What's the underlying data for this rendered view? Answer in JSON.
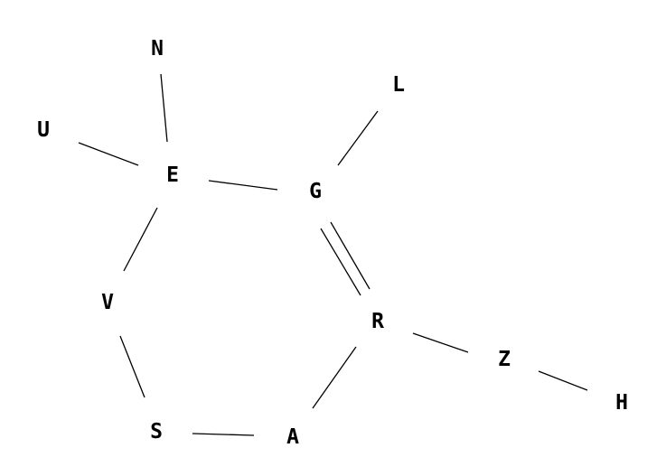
{
  "molecule": {
    "atoms": [
      {
        "id": "N",
        "label": "N"
      },
      {
        "id": "U",
        "label": "U"
      },
      {
        "id": "E",
        "label": "E"
      },
      {
        "id": "L",
        "label": "L"
      },
      {
        "id": "G",
        "label": "G"
      },
      {
        "id": "V",
        "label": "V"
      },
      {
        "id": "R",
        "label": "R"
      },
      {
        "id": "Z",
        "label": "Z"
      },
      {
        "id": "H",
        "label": "H"
      },
      {
        "id": "S",
        "label": "S"
      },
      {
        "id": "A",
        "label": "A"
      }
    ],
    "bonds": [
      {
        "from": "N",
        "to": "E",
        "order": 1
      },
      {
        "from": "U",
        "to": "E",
        "order": 1
      },
      {
        "from": "E",
        "to": "G",
        "order": 1
      },
      {
        "from": "L",
        "to": "G",
        "order": 1
      },
      {
        "from": "G",
        "to": "R",
        "order": 2
      },
      {
        "from": "E",
        "to": "V",
        "order": 1
      },
      {
        "from": "V",
        "to": "S",
        "order": 1
      },
      {
        "from": "S",
        "to": "A",
        "order": 1
      },
      {
        "from": "A",
        "to": "R",
        "order": 1
      },
      {
        "from": "R",
        "to": "Z",
        "order": 1
      },
      {
        "from": "Z",
        "to": "H",
        "order": 1
      }
    ],
    "color": "#000000"
  }
}
